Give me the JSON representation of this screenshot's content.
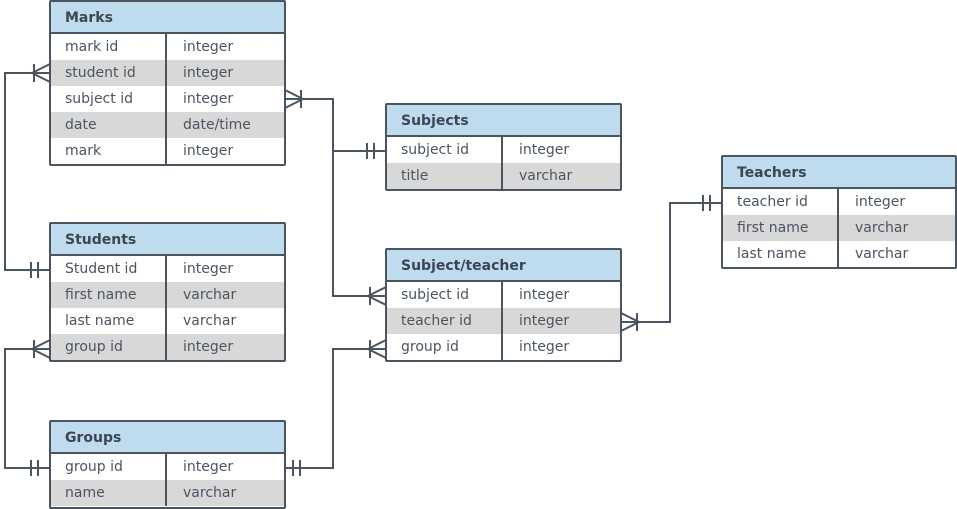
{
  "tables": {
    "marks": {
      "title": "Marks",
      "rows": [
        {
          "name": "mark id",
          "type": "integer"
        },
        {
          "name": "student id",
          "type": "integer"
        },
        {
          "name": "subject id",
          "type": "integer"
        },
        {
          "name": "date",
          "type": "date/time"
        },
        {
          "name": "mark",
          "type": "integer"
        }
      ]
    },
    "subjects": {
      "title": "Subjects",
      "rows": [
        {
          "name": "subject id",
          "type": "integer"
        },
        {
          "name": "title",
          "type": "varchar"
        }
      ]
    },
    "teachers": {
      "title": "Teachers",
      "rows": [
        {
          "name": "teacher id",
          "type": "integer"
        },
        {
          "name": "first name",
          "type": "varchar"
        },
        {
          "name": "last name",
          "type": "varchar"
        }
      ]
    },
    "students": {
      "title": "Students",
      "rows": [
        {
          "name": "Student id",
          "type": "integer"
        },
        {
          "name": "first name",
          "type": "varchar"
        },
        {
          "name": "last name",
          "type": "varchar"
        },
        {
          "name": "group id",
          "type": "integer"
        }
      ]
    },
    "subject_teacher": {
      "title": "Subject/teacher",
      "rows": [
        {
          "name": "subject id",
          "type": "integer"
        },
        {
          "name": "teacher id",
          "type": "integer"
        },
        {
          "name": "group id",
          "type": "integer"
        }
      ]
    },
    "groups": {
      "title": "Groups",
      "rows": [
        {
          "name": "group id",
          "type": "integer"
        },
        {
          "name": "name",
          "type": "varchar"
        }
      ]
    }
  }
}
